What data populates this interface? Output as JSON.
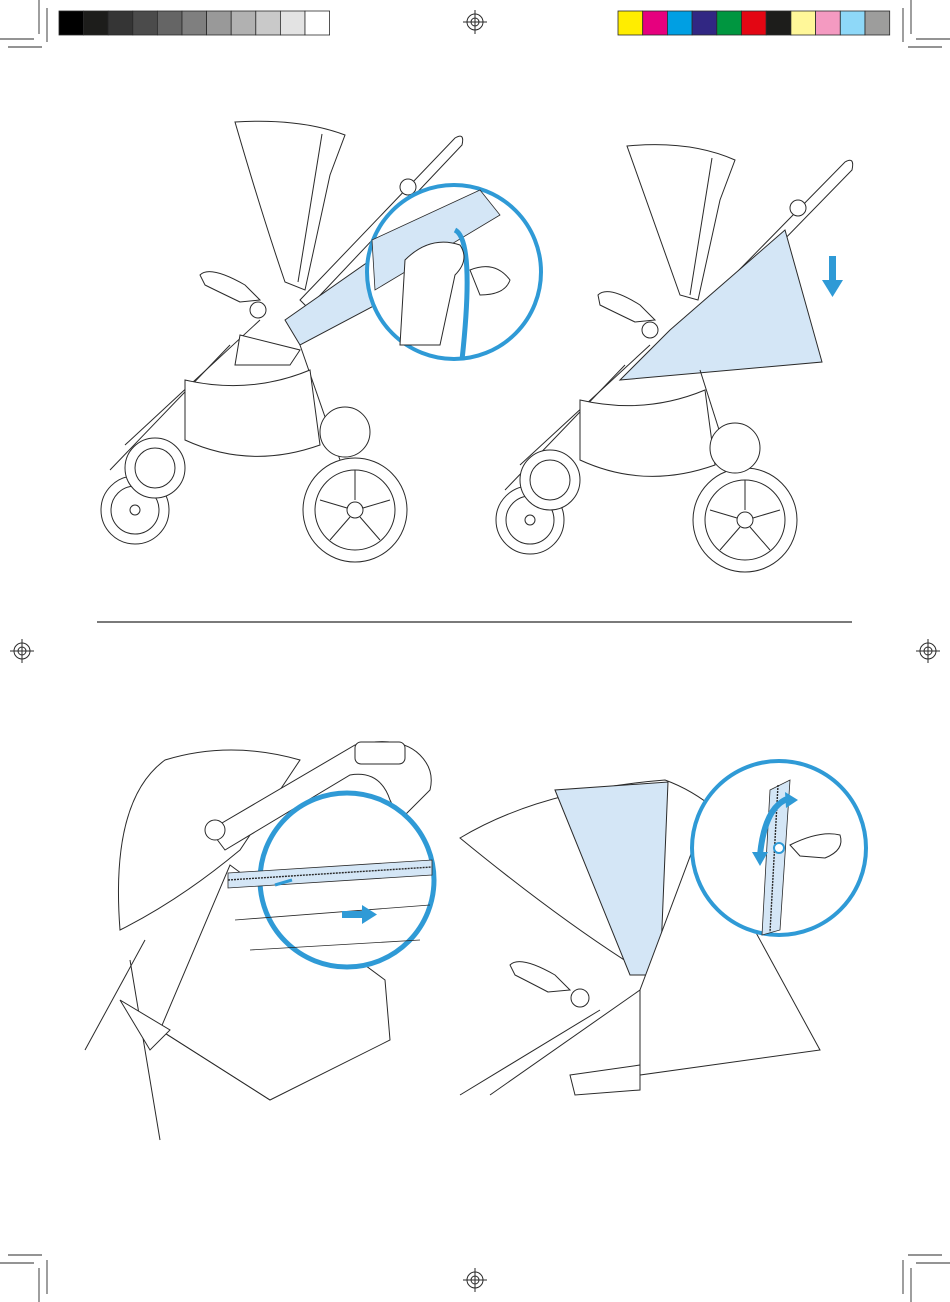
{
  "colors": {
    "line": "#2a2a2a",
    "accent": "#2f9ad6",
    "fill_light": "#d4e6f6",
    "grey_bar": [
      "#000000",
      "#1d1d1b",
      "#353535",
      "#4b4b4b",
      "#656565",
      "#7f7f7f",
      "#999999",
      "#b1b1b1",
      "#c9c9c9",
      "#e3e3e3",
      "#ffffff"
    ],
    "color_bar": [
      "#ffed00",
      "#e6007e",
      "#009fe3",
      "#312783",
      "#009640",
      "#e30613",
      "#1d1d1b",
      "#fff799",
      "#f49ac1",
      "#8ed8f8",
      "#9d9d9c"
    ]
  },
  "icons": {
    "registration_marks": "crosshair-registration-icon",
    "arrow_down": "arrow-down-icon",
    "arrow_right": "arrow-right-icon",
    "arrow_curved": "curved-arrow-icon"
  },
  "panels": [
    {
      "id": "step-a",
      "description_icon": "stroller-side-view"
    },
    {
      "id": "step-b",
      "description_icon": "stroller-side-view-cover"
    },
    {
      "id": "step-c",
      "description_icon": "stroller-rear-zip"
    },
    {
      "id": "step-d",
      "description_icon": "stroller-canopy-zip"
    }
  ]
}
